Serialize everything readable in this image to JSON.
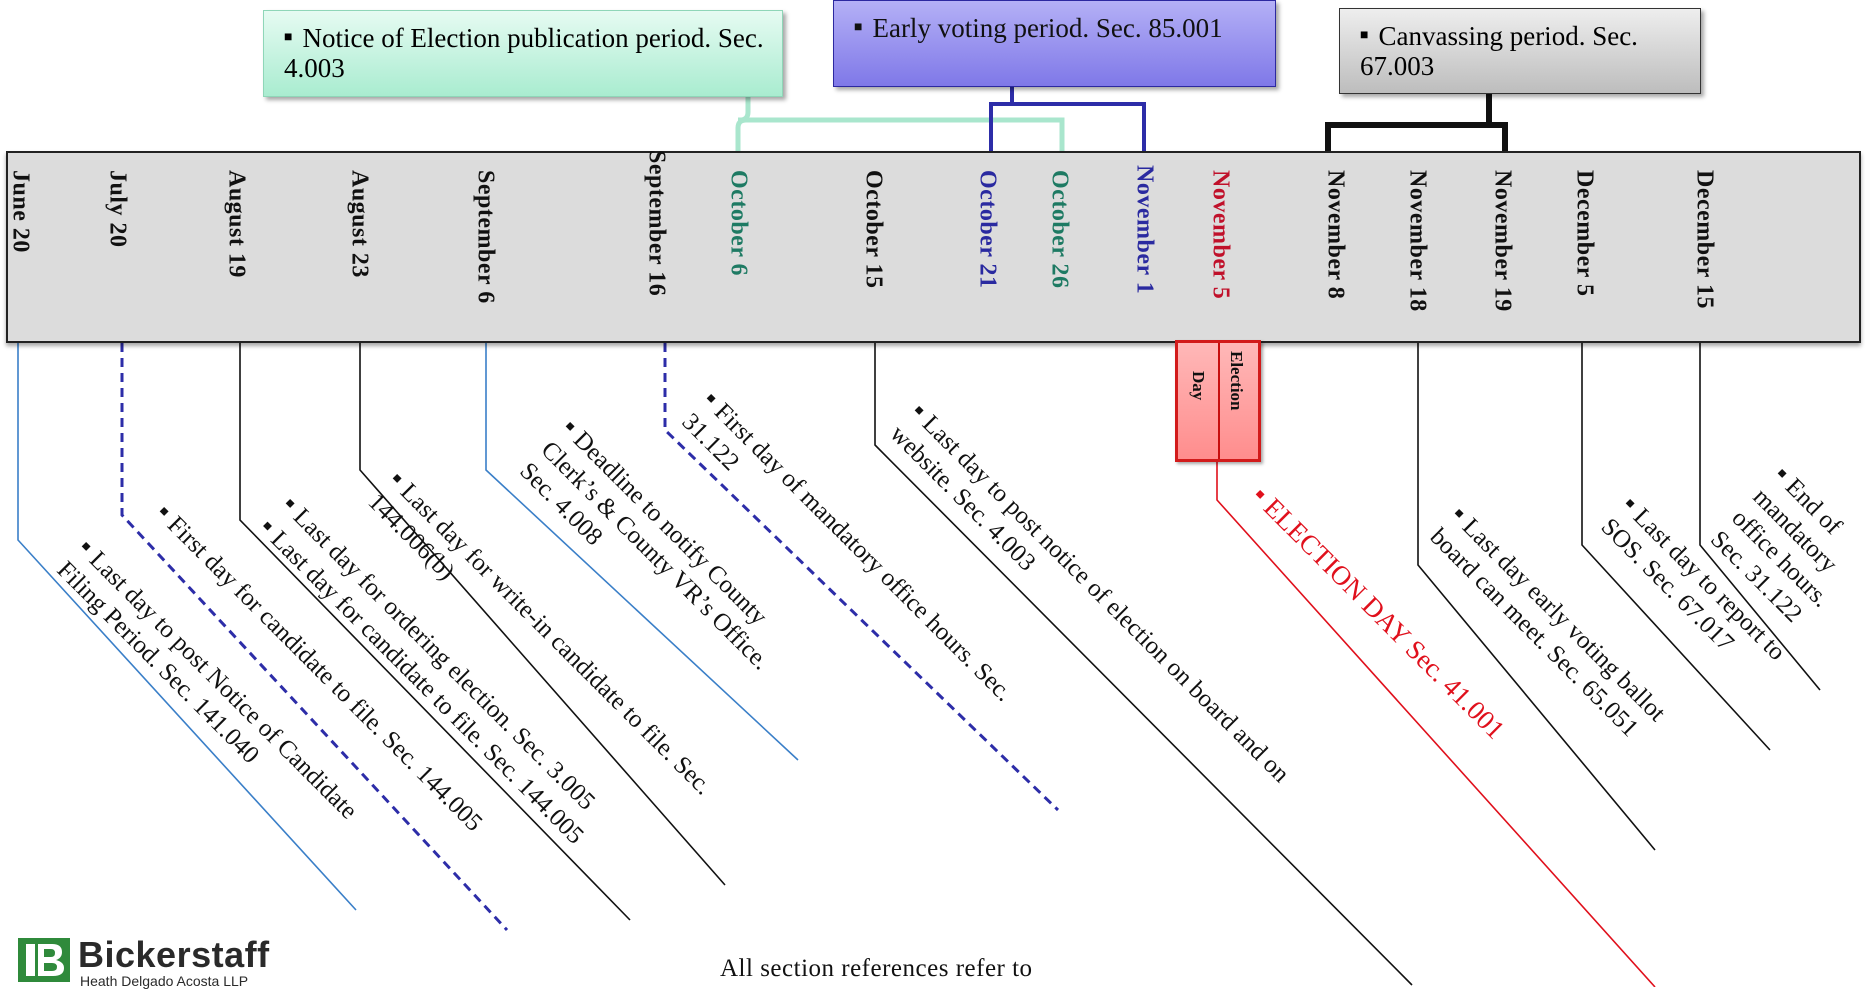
{
  "callouts": [
    {
      "id": "notice-of-election",
      "text": "Notice of Election publication period. Sec. 4.003",
      "style": "green"
    },
    {
      "id": "early-voting",
      "text": "Early voting period. Sec. 85.001",
      "style": "blue"
    },
    {
      "id": "canvassing",
      "text": "Canvassing period. Sec. 67.003",
      "style": "gray"
    }
  ],
  "dates": [
    {
      "label": "June 20",
      "color": "black"
    },
    {
      "label": "July 20",
      "color": "black"
    },
    {
      "label": "August 19",
      "color": "black"
    },
    {
      "label": "August 23",
      "color": "black"
    },
    {
      "label": "September 6",
      "color": "black"
    },
    {
      "label": "September 16",
      "color": "black"
    },
    {
      "label": "October 6",
      "color": "green"
    },
    {
      "label": "October 15",
      "color": "black"
    },
    {
      "label": "October 21",
      "color": "blue"
    },
    {
      "label": "October 26",
      "color": "green"
    },
    {
      "label": "November 1",
      "color": "blue"
    },
    {
      "label": "November 5",
      "color": "red"
    },
    {
      "label": "November 8",
      "color": "black"
    },
    {
      "label": "November 18",
      "color": "black"
    },
    {
      "label": "November 19",
      "color": "black"
    },
    {
      "label": "December 5",
      "color": "black"
    },
    {
      "label": "December 15",
      "color": "black"
    }
  ],
  "election_day_box": {
    "line1": "Election",
    "line2": "Day"
  },
  "events": [
    {
      "date": "June 20",
      "lines": [
        "Last day to post Notice of Candidate",
        "Filing Period. Sec. 141.040"
      ],
      "highlight": false
    },
    {
      "date": "July 20",
      "lines": [
        "First day for candidate to file. Sec. 144.005"
      ],
      "highlight": false
    },
    {
      "date": "August 19",
      "lines": [
        "Last day for ordering election. Sec. 3.005",
        "Last day for candidate to file. Sec. 144.005"
      ],
      "highlight": false
    },
    {
      "date": "August 23",
      "lines": [
        "Last day for write-in candidate to file. Sec.",
        "144.006(b)"
      ],
      "highlight": false
    },
    {
      "date": "September 6",
      "lines": [
        "Deadline to notify County",
        "Clerk’s & County VR’s Office.",
        "Sec. 4.008"
      ],
      "highlight": false
    },
    {
      "date": "September 16",
      "lines": [
        "First day of mandatory office hours. Sec.",
        "31.122"
      ],
      "highlight": false
    },
    {
      "date": "October 15",
      "lines": [
        "Last day to post notice of election on board and on",
        "website. Sec. 4.003"
      ],
      "highlight": false
    },
    {
      "date": "November 5",
      "lines": [
        "ELECTION DAY Sec. 41.001"
      ],
      "highlight": true
    },
    {
      "date": "November 18",
      "lines": [
        "Last day early voting ballot",
        "board can meet. Sec. 65.051"
      ],
      "highlight": false
    },
    {
      "date": "December 5",
      "lines": [
        "Last day to report to",
        "SOS. Sec. 67.017"
      ],
      "highlight": false
    },
    {
      "date": "December 15",
      "lines": [
        "End of",
        "mandatory",
        "office hours.",
        "Sec. 31.122"
      ],
      "highlight": false
    }
  ],
  "logo": {
    "name": "Bickerstaff",
    "subtitle": "Heath Delgado Acosta LLP",
    "icon": "bickerstaff-logo-icon"
  },
  "footnote": "All section references refer to",
  "colors": {
    "black": "#111111",
    "green": "#1e7a63",
    "blue": "#2a2aa0",
    "red": "#c0102a",
    "band": "#dcdcdc"
  }
}
